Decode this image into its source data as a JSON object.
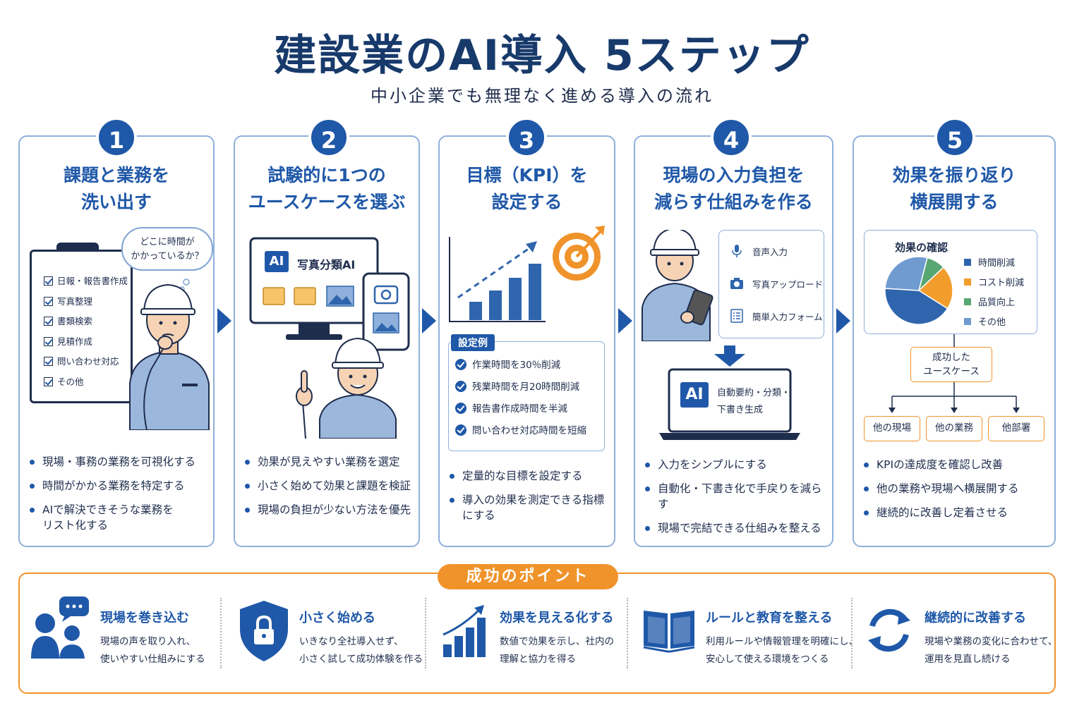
{
  "header": {
    "title": "建設業のAI導入 5ステップ",
    "subtitle": "中小企業でも無理なく進める導入の流れ"
  },
  "steps": [
    {
      "number": "1",
      "title_line1": "課題と業務を",
      "title_line2": "洗い出す",
      "bubble_line1": "どこに時間が",
      "bubble_line2": "かかっているか？",
      "checklist": [
        "日報・報告書作成",
        "写真整理",
        "書類検索",
        "見積作成",
        "問い合わせ対応",
        "その他"
      ],
      "bullets": [
        "現場・事務の業務を可視化する",
        "時間がかかる業務を特定する",
        "AIで解決できそうな業務を",
        "リスト化する"
      ]
    },
    {
      "number": "2",
      "title_line1": "試験的に1つの",
      "title_line2": "ユースケースを選ぶ",
      "ai_label": "AI",
      "app_label": "写真分類AI",
      "bullets": [
        "効果が見えやすい業務を選定",
        "小さく始めて効果と課題を検証",
        "現場の負担が少ない方法を優先"
      ]
    },
    {
      "number": "3",
      "title_line1": "目標（KPI）を",
      "title_line2": "設定する",
      "example_tag": "設定例",
      "examples": [
        "作業時間を30％削減",
        "残業時間を月20時間削減",
        "報告書作成時間を半減",
        "問い合わせ対応時間を短縮"
      ],
      "bullets": [
        "定量的な目標を設定する",
        "導入の効果を測定できる指標にする"
      ]
    },
    {
      "number": "4",
      "title_line1": "現場の入力負担を",
      "title_line2": "減らす仕組みを作る",
      "inputs": [
        "音声入力",
        "写真アップロード",
        "簡単入力フォーム"
      ],
      "ai_label": "AI",
      "laptop_line1": "自動要約・分類・",
      "laptop_line2": "下書き生成",
      "bullets": [
        "入力をシンプルにする",
        "自動化・下書き化で手戻りを減らす",
        "現場で完結できる仕組みを整える"
      ]
    },
    {
      "number": "5",
      "title_line1": "効果を振り返り",
      "title_line2": "横展開する",
      "effect_title": "効果の確認",
      "legend": [
        {
          "label": "時間削減",
          "color": "#2f65ad"
        },
        {
          "label": "コスト削減",
          "color": "#f29d2b"
        },
        {
          "label": "品質向上",
          "color": "#58a672"
        },
        {
          "label": "その他",
          "color": "#6f9bd0"
        }
      ],
      "pie_values": [
        42,
        21,
        9,
        28
      ],
      "success_line1": "成功した",
      "success_line2": "ユースケース",
      "branches": [
        "他の現場",
        "他の業務",
        "他部署"
      ],
      "bullets": [
        "KPIの達成度を確認し改善",
        "他の業務や現場へ横展開する",
        "継続的に改善し定着させる"
      ]
    }
  ],
  "tips": {
    "title": "成功のポイント",
    "items": [
      {
        "title": "現場を巻き込む",
        "line1": "現場の声を取り入れ、",
        "line2": "使いやすい仕組みにする"
      },
      {
        "title": "小さく始める",
        "line1": "いきなり全社導入せず、",
        "line2": "小さく試して成功体験を作る"
      },
      {
        "title": "効果を見える化する",
        "line1": "数値で効果を示し、社内の",
        "line2": "理解と協力を得る"
      },
      {
        "title": "ルールと教育を整える",
        "line1": "利用ルールや情報管理を明確にし、",
        "line2": "安心して使える環境をつくる"
      },
      {
        "title": "継続的に改善する",
        "line1": "現場や業務の変化に合わせて、",
        "line2": "運用を見直し続ける"
      }
    ]
  },
  "colors": {
    "primary": "#1f58a8",
    "accent": "#f0932b",
    "text": "#1f2d4d"
  }
}
